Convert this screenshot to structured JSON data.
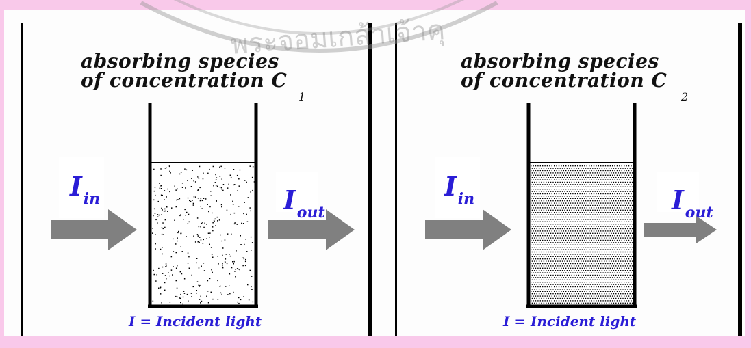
{
  "watermark": {
    "text": "พระจอมเกล้าเจ้าคุ",
    "color": "#9a9a9a"
  },
  "colors": {
    "background": "#f9c9ea",
    "label_blue": "#2a1dd6",
    "arrow_gray": "#808080"
  },
  "panels": [
    {
      "title_line1": "absorbing species",
      "title_line2": "of concentration C",
      "subscript": "1",
      "in_main": "I",
      "in_sub": "in",
      "out_main": "I",
      "out_sub": "out",
      "caption": "I = Incident light",
      "particle_density": "sparse",
      "output_arrow": "large"
    },
    {
      "title_line1": "absorbing species",
      "title_line2": "of concentration C",
      "subscript": "2",
      "in_main": "I",
      "in_sub": "in",
      "out_main": "I",
      "out_sub": "out",
      "caption": "I = Incident light",
      "particle_density": "dense",
      "output_arrow": "small"
    }
  ]
}
